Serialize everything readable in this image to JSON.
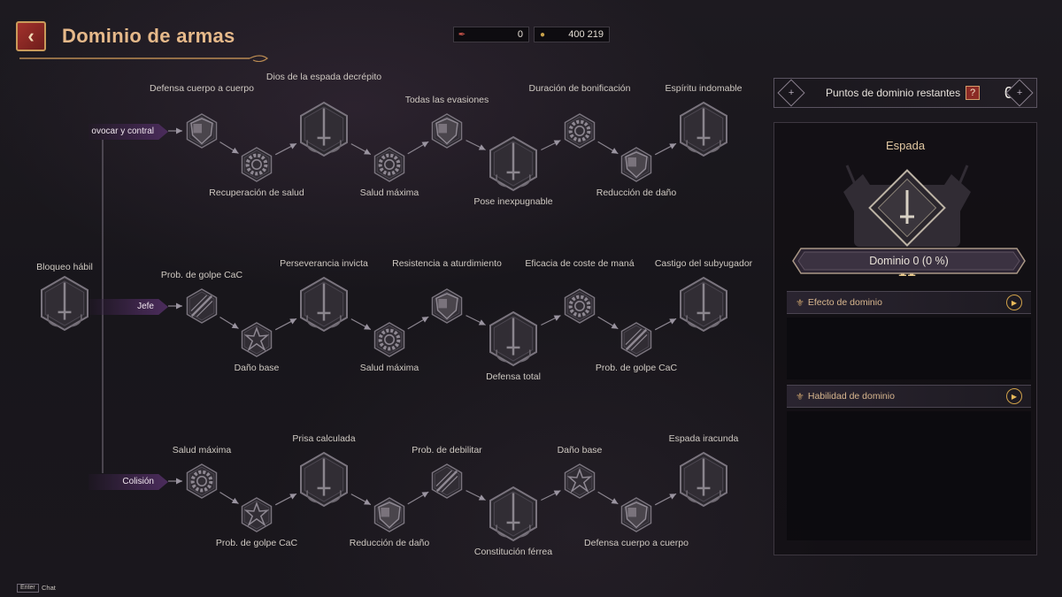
{
  "header": {
    "title": "Dominio de armas",
    "back_icon": "back-arrow-icon",
    "currencies": [
      {
        "icon": "quill-icon",
        "value": "0",
        "color": "#c9544a"
      },
      {
        "icon": "gold-coin-icon",
        "value": "400 219",
        "color": "#c9a24a"
      }
    ]
  },
  "tree": {
    "root": {
      "label": "Bloqueo hábil"
    },
    "branches": [
      {
        "tag": "ovocar y contral",
        "nodes": [
          {
            "label": "Defensa cuerpo a cuerpo",
            "icon": "shield-icon"
          },
          {
            "label": "Recuperación de salud",
            "icon": "gear-icon"
          },
          {
            "label": "Dios de la espada decrépito",
            "icon": "sword-icon"
          },
          {
            "label": "Salud máxima",
            "icon": "gear-icon"
          },
          {
            "label": "Todas las evasiones",
            "icon": "shield-icon"
          },
          {
            "label": "Pose inexpugnable",
            "icon": "sword-icon"
          },
          {
            "label": "Duración de bonificación",
            "icon": "gear-icon"
          },
          {
            "label": "Reducción de daño",
            "icon": "shield-icon"
          },
          {
            "label": "Espíritu indomable",
            "icon": "sword-icon"
          }
        ]
      },
      {
        "tag": "Jefe",
        "nodes": [
          {
            "label": "Prob. de golpe CaC",
            "icon": "slash-icon"
          },
          {
            "label": "Daño base",
            "icon": "burst-icon"
          },
          {
            "label": "Perseverancia invicta",
            "icon": "sword-icon"
          },
          {
            "label": "Salud máxima",
            "icon": "gear-icon"
          },
          {
            "label": "Resistencia a aturdimiento",
            "icon": "shield-icon"
          },
          {
            "label": "Defensa total",
            "icon": "sword-icon"
          },
          {
            "label": "Eficacia de coste de maná",
            "icon": "gear-icon"
          },
          {
            "label": "Prob. de golpe CaC",
            "icon": "slash-icon"
          },
          {
            "label": "Castigo del subyugador",
            "icon": "sword-icon"
          }
        ]
      },
      {
        "tag": "Colisión",
        "nodes": [
          {
            "label": "Salud máxima",
            "icon": "gear-icon"
          },
          {
            "label": "Prob. de golpe CaC",
            "icon": "burst-icon"
          },
          {
            "label": "Prisa calculada",
            "icon": "sword-icon"
          },
          {
            "label": "Reducción de daño",
            "icon": "shield-icon"
          },
          {
            "label": "Prob. de debilitar",
            "icon": "slash-icon"
          },
          {
            "label": "Constitución férrea",
            "icon": "sword-icon"
          },
          {
            "label": "Daño base",
            "icon": "burst-icon"
          },
          {
            "label": "Defensa cuerpo a cuerpo",
            "icon": "shield-icon"
          },
          {
            "label": "Espada iracunda",
            "icon": "sword-icon"
          }
        ]
      }
    ]
  },
  "panel": {
    "points_label": "Puntos de dominio restantes",
    "points_value": "0",
    "help": "?",
    "weapon": "Espada",
    "rank": "II",
    "mastery": "Dominio 0 (0 %)",
    "mastery_progress": 0,
    "sections": [
      {
        "title": "Efecto de dominio"
      },
      {
        "title": "Habilidad de dominio"
      }
    ]
  },
  "footer": {
    "key": "Enter",
    "label": "Chat"
  }
}
